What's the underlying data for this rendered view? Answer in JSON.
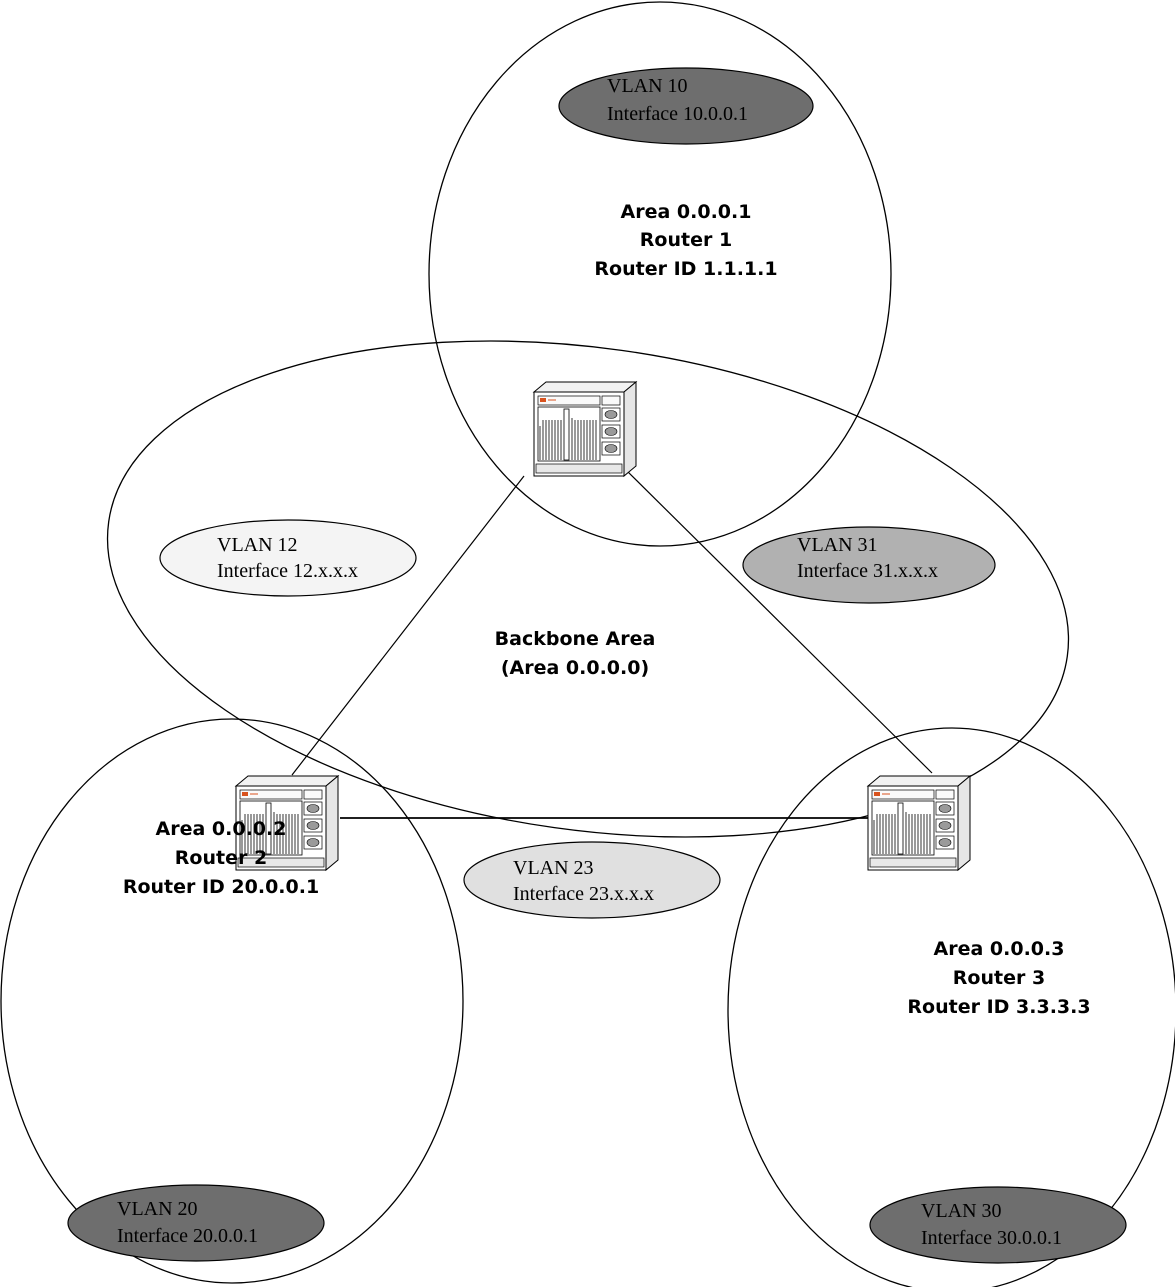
{
  "areas": {
    "area1": {
      "lines": [
        "Area 0.0.0.1",
        "Router 1",
        "Router ID 1.1.1.1"
      ]
    },
    "area2": {
      "lines": [
        "Area 0.0.0.2",
        "Router 2",
        "Router ID 20.0.0.1"
      ]
    },
    "area3": {
      "lines": [
        "Area 0.0.0.3",
        "Router 3",
        "Router ID 3.3.3.3"
      ]
    },
    "backbone": {
      "lines": [
        "Backbone Area",
        "(Area 0.0.0.0)"
      ]
    }
  },
  "vlans": {
    "vlan10": {
      "name": "VLAN 10",
      "interface": "Interface 10.0.0.1",
      "color": "#6e6e6e"
    },
    "vlan20": {
      "name": "VLAN 20",
      "interface": "Interface 20.0.0.1",
      "color": "#6e6e6e"
    },
    "vlan30": {
      "name": "VLAN 30",
      "interface": "Interface 30.0.0.1",
      "color": "#6e6e6e"
    },
    "vlan12": {
      "name": "VLAN 12",
      "interface": "Interface 12.x.x.x",
      "color": "#f4f4f4"
    },
    "vlan23": {
      "name": "VLAN 23",
      "interface": "Interface 23.x.x.x",
      "color": "#e0e0e0"
    },
    "vlan31": {
      "name": "VLAN 31",
      "interface": "Interface 31.x.x.x",
      "color": "#b1b1b1"
    }
  }
}
